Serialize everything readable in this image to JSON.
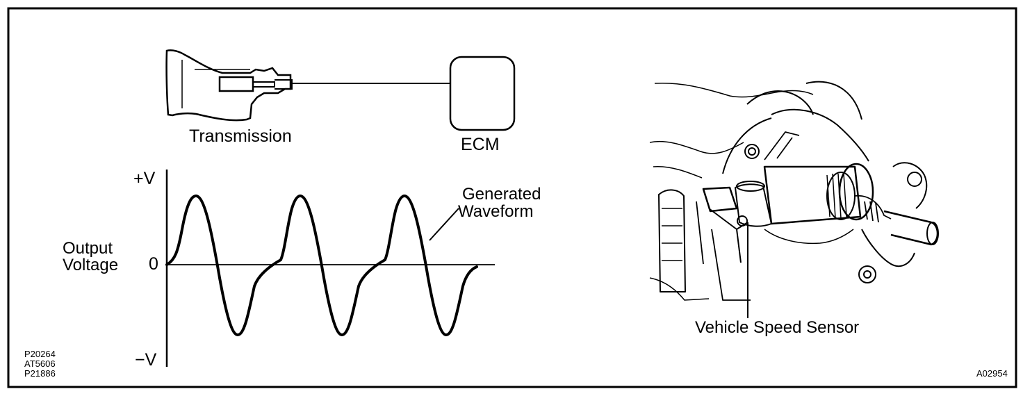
{
  "diagram": {
    "labels": {
      "transmission": "Transmission",
      "ecm": "ECM",
      "plus_v": "+V",
      "minus_v": "−V",
      "zero": "0",
      "output_voltage_line1": "Output",
      "output_voltage_line2": "Voltage",
      "generated_waveform_line1": "Generated",
      "generated_waveform_line2": "Waveform",
      "vehicle_speed_sensor": "Vehicle Speed Sensor"
    },
    "reference_codes": {
      "left_line1": "P20264",
      "left_line2": "AT5606",
      "left_line3": "P21886",
      "right": "A02954"
    },
    "waveform": {
      "cycles": 3
    }
  }
}
